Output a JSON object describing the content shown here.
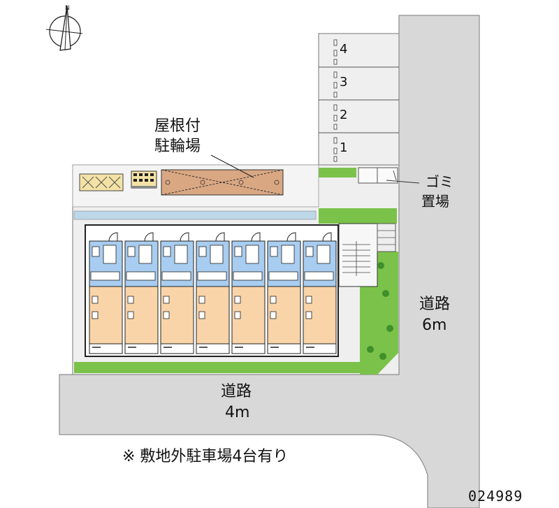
{
  "labels": {
    "bike_parking_line1": "屋根付",
    "bike_parking_line2": "駐輪場",
    "garbage_line1": "ゴミ",
    "garbage_line2": "置場",
    "road_east_name": "道路",
    "road_east_width": "6m",
    "road_south_name": "道路",
    "road_south_width": "4m",
    "note": "※ 敷地外駐車場4台有り",
    "property_code": "024989"
  },
  "parking_spaces": [
    "4",
    "3",
    "2",
    "1"
  ],
  "units_count": 7,
  "colors": {
    "road": "#d8d8d8",
    "site": "#efefef",
    "grass": "#7bc24a",
    "bathroom": "#a8cdf0",
    "room": "#f8d4a8",
    "bike_roof": "#d9a782",
    "storage": "#f3e2a6"
  },
  "icons": [
    "compass-icon"
  ]
}
